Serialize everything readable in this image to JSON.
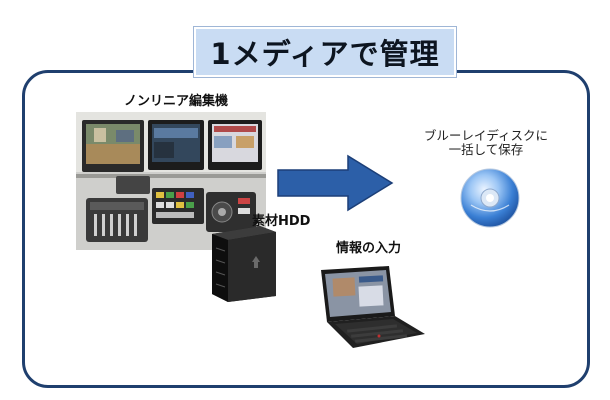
{
  "title": "1メディアで管理",
  "labels": {
    "nle": "ノンリニア編集機",
    "hdd": "素材HDD",
    "info_input": "情報の入力",
    "bluray_line1": "ブルーレイディスクに",
    "bluray_line2": "一括して保存"
  },
  "icons": {
    "nle": "editing-workstation-icon",
    "hdd": "hard-drive-icon",
    "laptop": "laptop-icon",
    "arrow": "right-arrow-icon",
    "disc": "bluray-disc-icon"
  },
  "colors": {
    "frame_border": "#1f3f6e",
    "title_fill": "#c9dcf3",
    "arrow_fill": "#2c5fa8",
    "disc_blue": "#3a7fd4"
  }
}
